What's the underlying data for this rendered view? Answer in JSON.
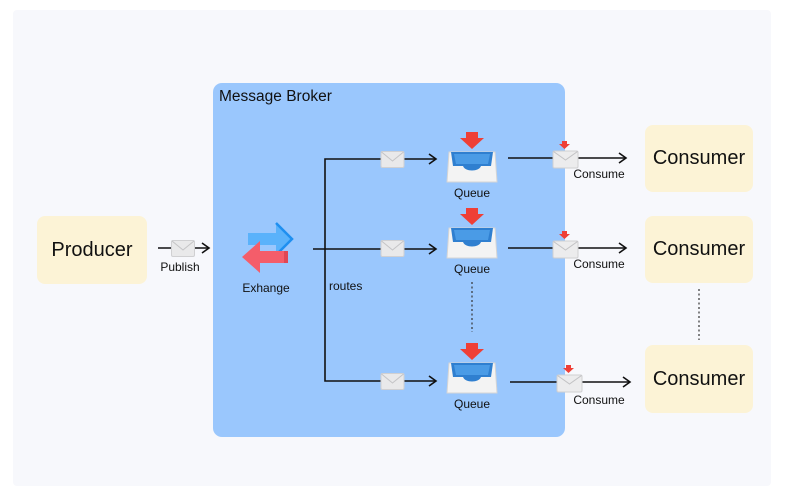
{
  "diagram": {
    "broker": {
      "title": "Message Broker"
    },
    "producer": {
      "label": "Producer"
    },
    "publish": {
      "label": "Publish"
    },
    "exchange": {
      "label": "Exhange",
      "icon": "exchange-arrows-icon"
    },
    "routes": {
      "label": "routes"
    },
    "queues": [
      {
        "label": "Queue",
        "icon": "inbox-tray-icon"
      },
      {
        "label": "Queue",
        "icon": "inbox-tray-icon"
      },
      {
        "label": "Queue",
        "icon": "inbox-tray-icon"
      }
    ],
    "consume_edges": [
      {
        "label": "Consume",
        "icon": "incoming-envelope-icon"
      },
      {
        "label": "Consume",
        "icon": "incoming-envelope-icon"
      },
      {
        "label": "Consume",
        "icon": "incoming-envelope-icon"
      }
    ],
    "consumers": [
      {
        "label": "Consumer"
      },
      {
        "label": "Consumer"
      },
      {
        "label": "Consumer"
      }
    ],
    "colors": {
      "canvas": "#f7f8fc",
      "broker": "#9ac7fd",
      "node": "#fcf3d6",
      "arrow_red": "#f0443a",
      "arrow_blue": "#3fa5f5"
    }
  }
}
